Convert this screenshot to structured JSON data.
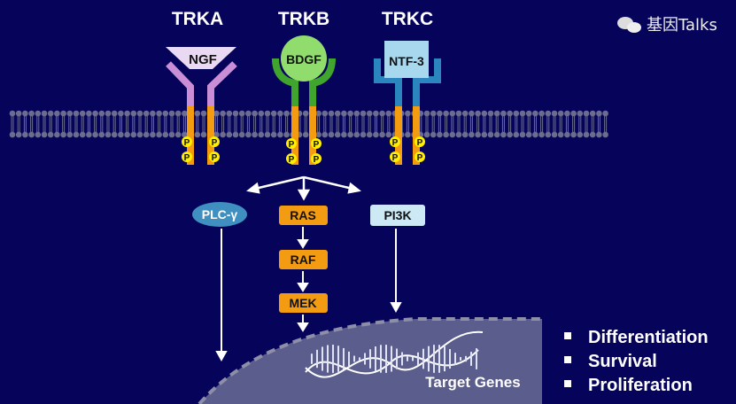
{
  "receptors": [
    {
      "name": "TRKA",
      "ligand": "NGF",
      "color": "#c98ed6",
      "ligand_color": "#ead9f2"
    },
    {
      "name": "TRKB",
      "ligand": "BDGF",
      "color": "#3fa52c",
      "ligand_color": "#90dd6e"
    },
    {
      "name": "TRKC",
      "ligand": "NTF-3",
      "color": "#2b86bf",
      "ligand_color": "#a8d8ee"
    }
  ],
  "phospho_label": "P",
  "pathway": {
    "plc": "PLC-γ",
    "ras": "RAS",
    "raf": "RAF",
    "mek": "MEK",
    "pi3k": "PI3K"
  },
  "nucleus_label": "Target Genes",
  "outcomes": [
    "Differentiation",
    "Survival",
    "Proliferation"
  ],
  "watermark": "基因Talks",
  "colors": {
    "background": "#05045a",
    "stem": "#f39c12",
    "phospho": "#ffee00",
    "membrane": "#6c6c8e",
    "nucleus": "#5b5d8c"
  }
}
